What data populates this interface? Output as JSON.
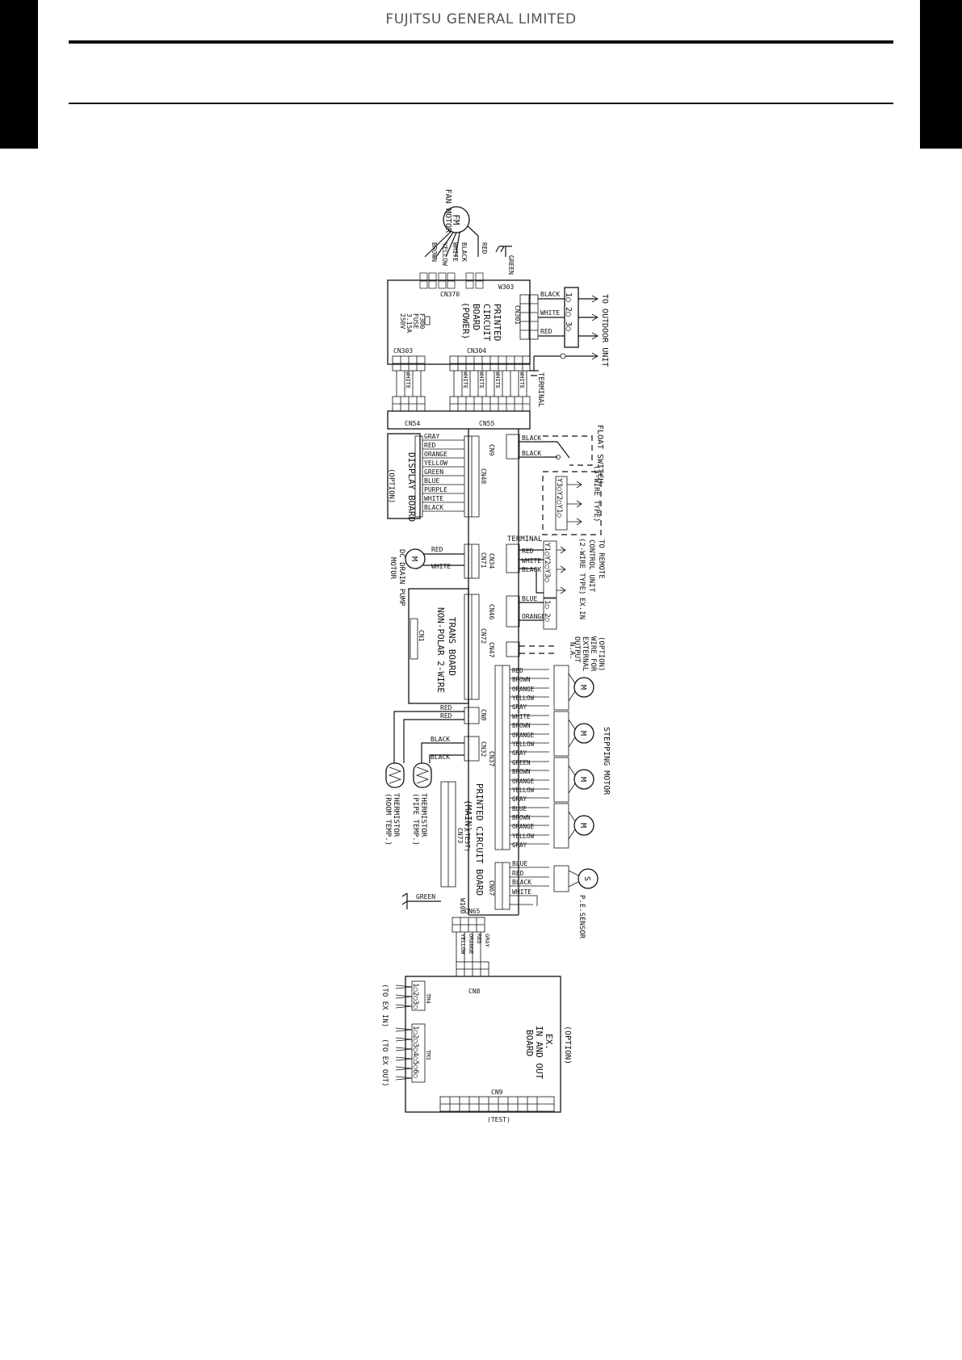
{
  "header": {
    "brand": "FUJITSU GENERAL LIMITED"
  },
  "diagram": {
    "fan_motor": "FAN MOTOR",
    "fm": "FM",
    "fan_wires": [
      "RED",
      "BLACK",
      "WHITE",
      "YELLOW",
      "BROWN"
    ],
    "green": "GREEN",
    "w303": "W303",
    "cn370": "CN370",
    "cn301": "CN301",
    "pcb_power": [
      "PRINTED",
      "CIRCUIT",
      "BOARD",
      "(POWER)"
    ],
    "fuse": [
      "F300",
      "FUSE",
      "3.15A",
      "250V"
    ],
    "cn303": "CN303",
    "cn304": "CN304",
    "cn54": "CN54",
    "cn55": "CN55",
    "outdoor_wires": [
      "BLACK",
      "WHITE",
      "RED"
    ],
    "to_outdoor": "TO OUTDOOR UNIT",
    "terminal": "TERMINAL",
    "white": "WHITE",
    "display_wires": [
      "GRAY",
      "RED",
      "ORANGE",
      "YELLOW",
      "GREEN",
      "BLUE",
      "PURPLE",
      "WHITE",
      "BLACK"
    ],
    "display_board": "DISPLAY BOARD",
    "option": "(OPTION)",
    "cn48": "CN48",
    "cn9": "CN9",
    "float_switch": "FLOAT SWITCH",
    "float_wires": [
      "BLACK",
      "BLACK"
    ],
    "three_wire": "(3-WIRE TYPE)",
    "two_wire": "(2-WIRE TYPE)",
    "to_remote": [
      "TO REMOTE",
      "CONTROL UNIT"
    ],
    "remote_wires": [
      "RED",
      "WHITE",
      "BLACK"
    ],
    "cn34": "CN34",
    "pump_wires": [
      "RED",
      "WHITE"
    ],
    "cn71": "CN71",
    "drain_pump": [
      "DC DRAIN PUMP",
      "MOTOR"
    ],
    "m": "M",
    "trans_board": [
      "TRANS BOARD",
      "NON-POLAR 2-WIRE"
    ],
    "cn72": "CN72",
    "cn1": "CN1",
    "exin_wires": [
      "BLUE",
      "ORANGE"
    ],
    "cn46": "CN46",
    "ex_in": "EX.IN",
    "cn47": "CN47",
    "ext_output": [
      "(OPTION)",
      "WIRE FOR",
      "EXTERNAL",
      "OUTPUT"
    ],
    "na": "N.A.",
    "stepping_wires": [
      "RED",
      "BROWN",
      "ORANGE",
      "YELLOW",
      "GRAY",
      "WHITE",
      "BROWN",
      "ORANGE",
      "YELLOW",
      "GRAY",
      "GREEN",
      "BROWN",
      "ORANGE",
      "YELLOW",
      "GRAY",
      "BLUE",
      "BROWN",
      "ORANGE",
      "YELLOW",
      "GRAY"
    ],
    "stepping_motor": "STEPPING MOTOR",
    "cn37": "CN37",
    "therm_wires": [
      "RED",
      "RED",
      "BLACK",
      "BLACK"
    ],
    "cn8": "CN8",
    "cn32": "CN32",
    "thermistor_room": [
      "THERMISTOR",
      "(ROOM TEMP.)"
    ],
    "thermistor_pipe": [
      "THERMISTOR",
      "(PIPE TEMP.)"
    ],
    "cn73": "CN73",
    "test": "(TEST)",
    "pcb_main": [
      "PRINTED CIRCUIT BOARD",
      "(MAIN)"
    ],
    "pe_wires": [
      "BLUE",
      "RED",
      "BLACK",
      "WHITE"
    ],
    "cn67": "CN67",
    "pe_sensor": "P.E.SENSOR",
    "s": "S",
    "w100": "W100",
    "cn65": "CN65",
    "exout_wires": [
      "GRAY",
      "RED",
      "ORANGE",
      "YELLOW"
    ],
    "exio_board": [
      "(OPTION)",
      "EX.",
      "IN AND OUT",
      "BOARD"
    ],
    "tm4": "TM4",
    "tm3": "TM3",
    "to_ex_in": "(TO EX IN)",
    "to_ex_out": "(TO EX OUT)"
  }
}
